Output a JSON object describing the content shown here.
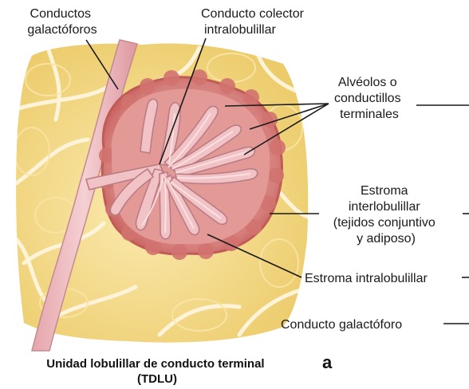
{
  "labels": {
    "conductos_galactoforos": [
      "Conductos",
      "galactóforos"
    ],
    "conducto_colector": [
      "Conducto colector",
      "intralobulillar"
    ],
    "alveolos": [
      "Alvéolos o",
      "conductillos",
      "terminales"
    ],
    "estroma_inter": [
      "Estroma",
      "interlobulillar",
      "(tejidos conjuntivo",
      "y adiposo)"
    ],
    "estroma_intra": "Estroma intralobulillar",
    "conducto_galactoforo": "Conducto galactóforo"
  },
  "caption": [
    "Unidad lobulillar de conducto terminal",
    "(TDLU)"
  ],
  "panel_letter": "a",
  "colors": {
    "fat": "#f3dc8e",
    "fat_light": "#fbeec0",
    "septa": "#fff8e6",
    "lobule": "#d9807e",
    "lobule_edge": "#c4615f",
    "duct": "#efbcc0",
    "duct_edge": "#b77c82",
    "ink": "#1a1a1a"
  }
}
